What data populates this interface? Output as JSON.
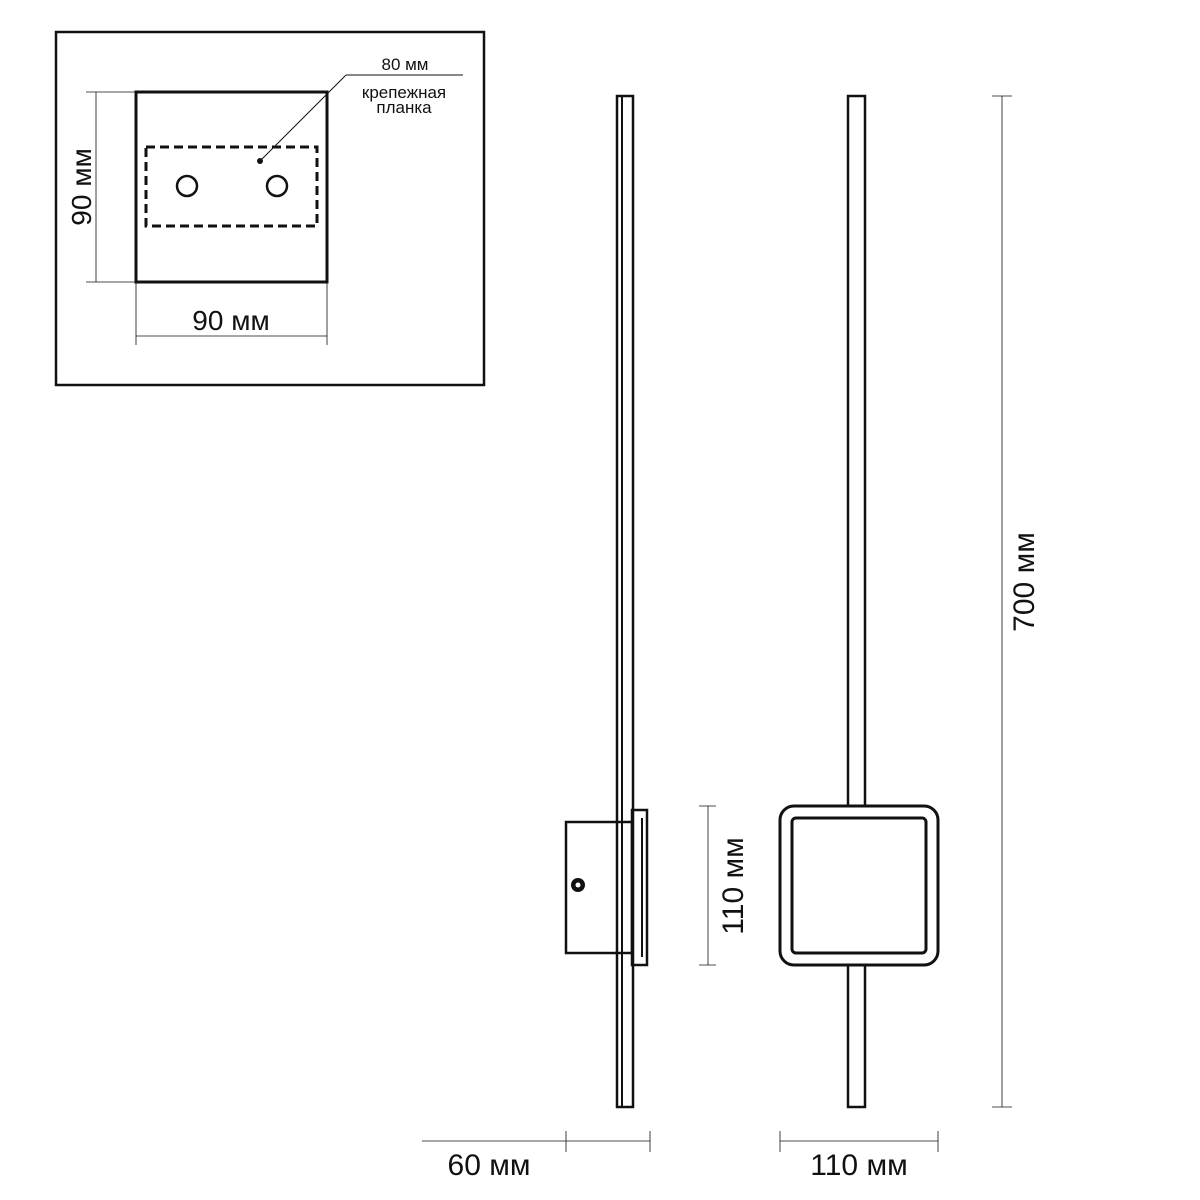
{
  "inset": {
    "width_label": "90 мм",
    "height_label": "90 мм",
    "plate_width_label": "80 мм",
    "plate_name_line1": "крепежная",
    "plate_name_line2": "планка"
  },
  "side_view": {
    "depth_label": "60 мм"
  },
  "front_view": {
    "box_height_label": "110 мм",
    "total_height_label": "700 мм",
    "width_label": "110 мм"
  },
  "colors": {
    "line": "#111111",
    "background": "#ffffff"
  }
}
